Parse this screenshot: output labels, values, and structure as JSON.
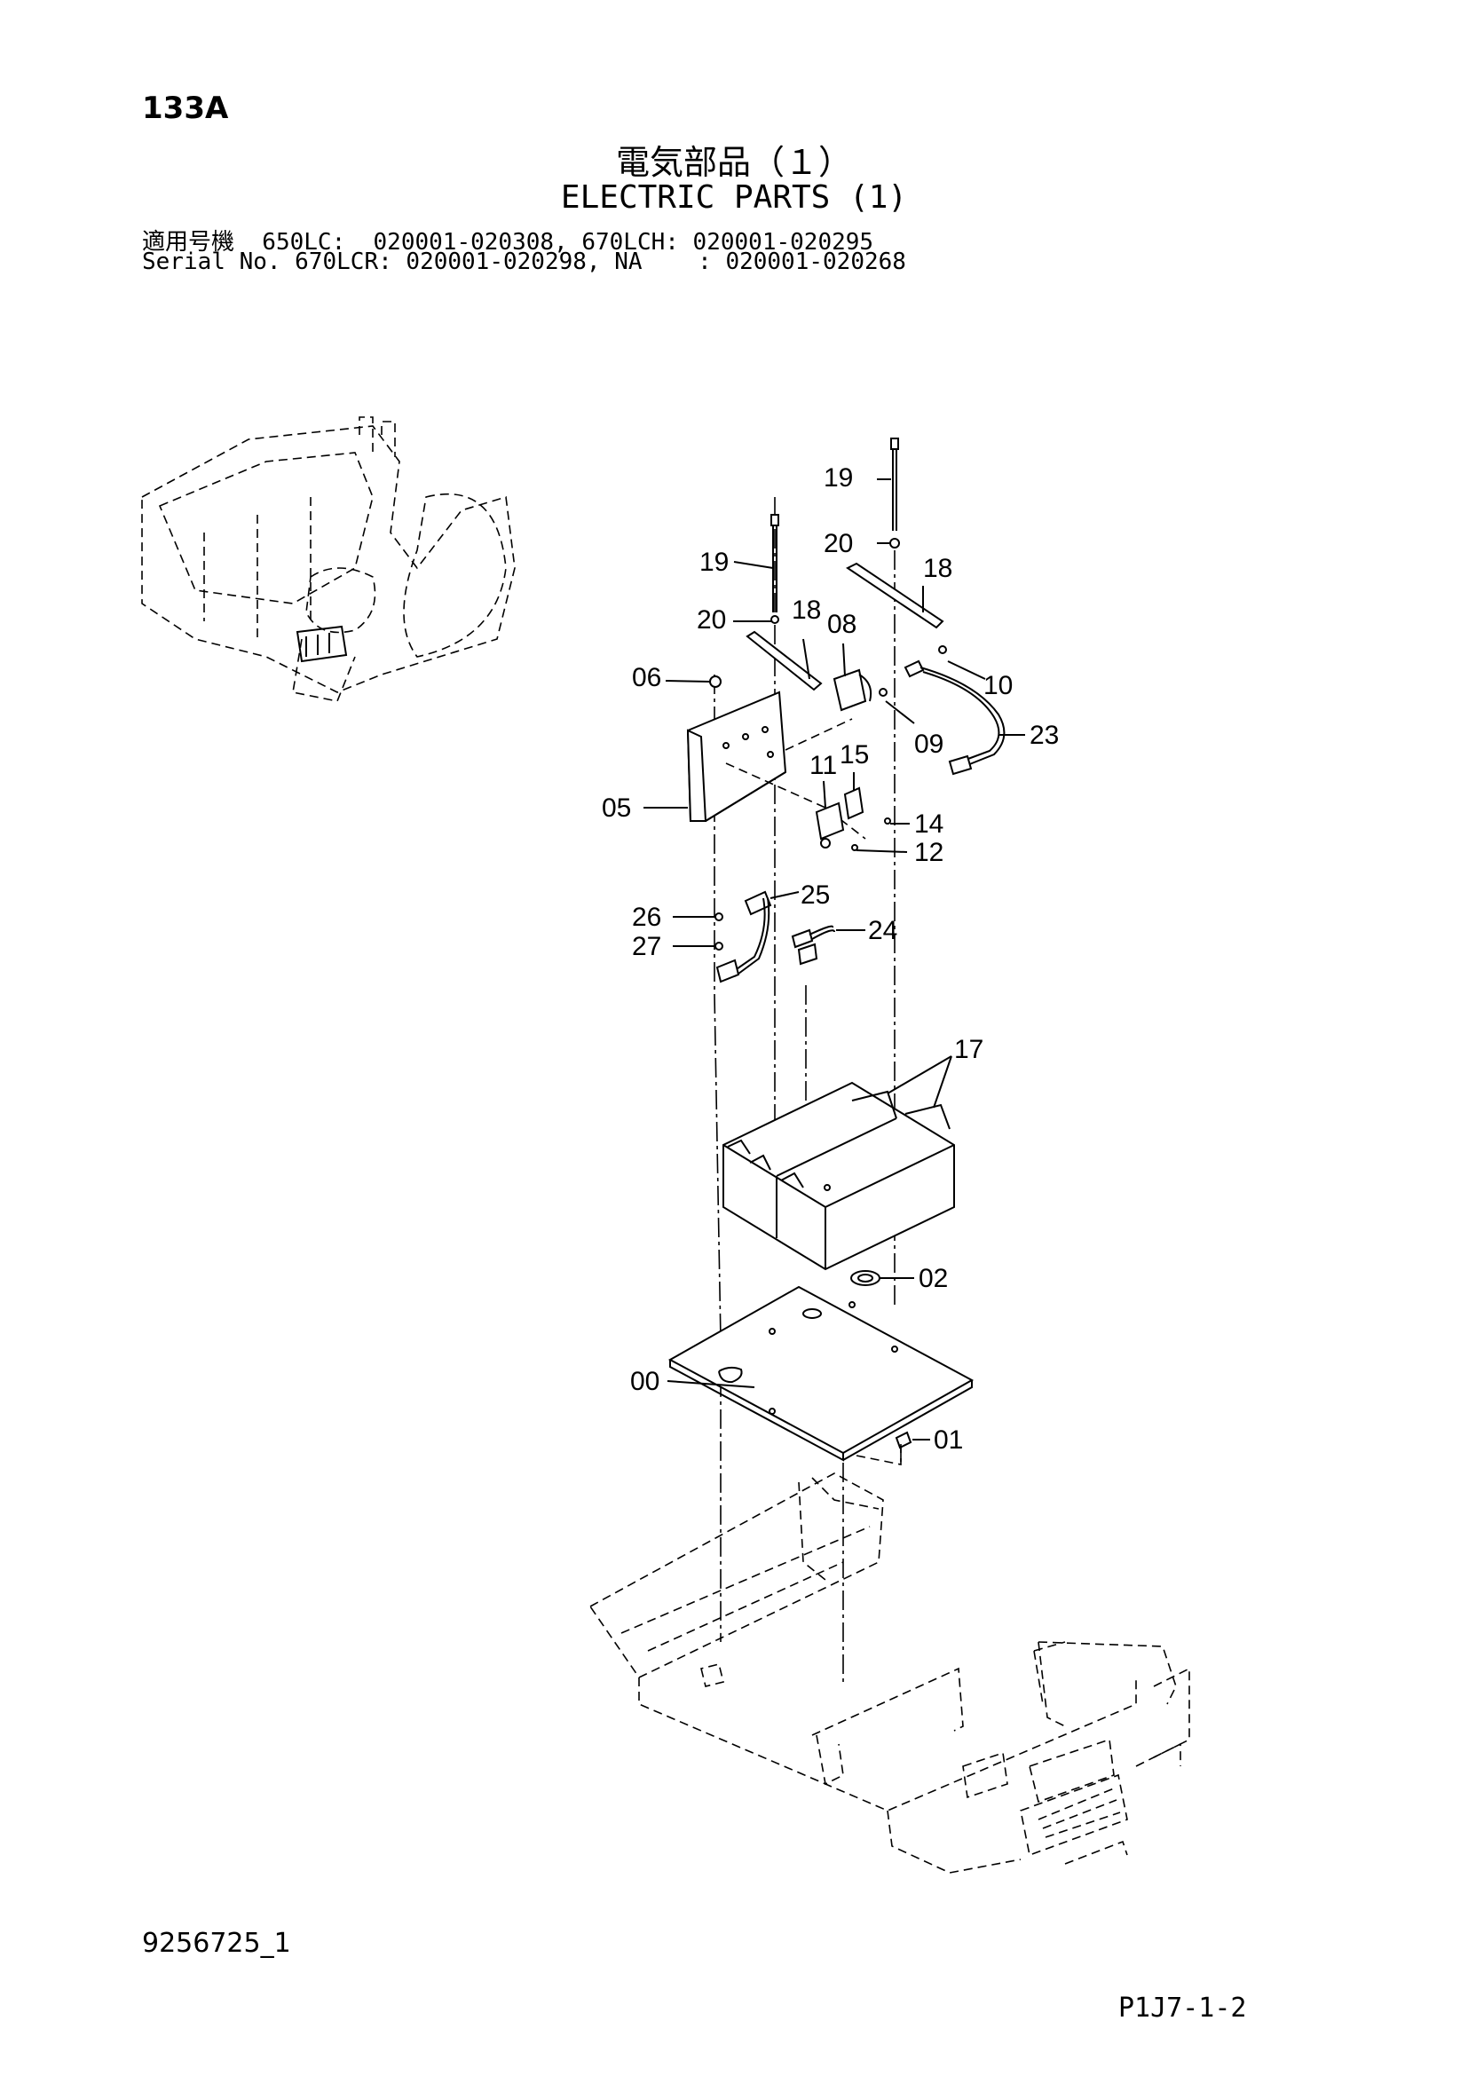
{
  "header": {
    "page_code": "133A",
    "title_jp": "電気部品（１）",
    "title_en": "ELECTRIC PARTS (1)",
    "serial_line_1": "適用号機  650LC:  020001-020308, 670LCH: 020001-020295",
    "serial_line_2": "Serial No. 670LCR: 020001-020298, NA    : 020001-020268"
  },
  "callouts": {
    "c00": "00",
    "c01": "01",
    "c02": "02",
    "c05": "05",
    "c06": "06",
    "c08": "08",
    "c09": "09",
    "c10": "10",
    "c11": "11",
    "c12": "12",
    "c14": "14",
    "c15": "15",
    "c17": "17",
    "c18a": "18",
    "c18b": "18",
    "c19a": "19",
    "c19b": "19",
    "c20a": "20",
    "c20b": "20",
    "c23": "23",
    "c24": "24",
    "c25": "25",
    "c26": "26",
    "c27": "27"
  },
  "footer": {
    "doc_id": "9256725_1",
    "page_ref": "P1J7-1-2"
  }
}
